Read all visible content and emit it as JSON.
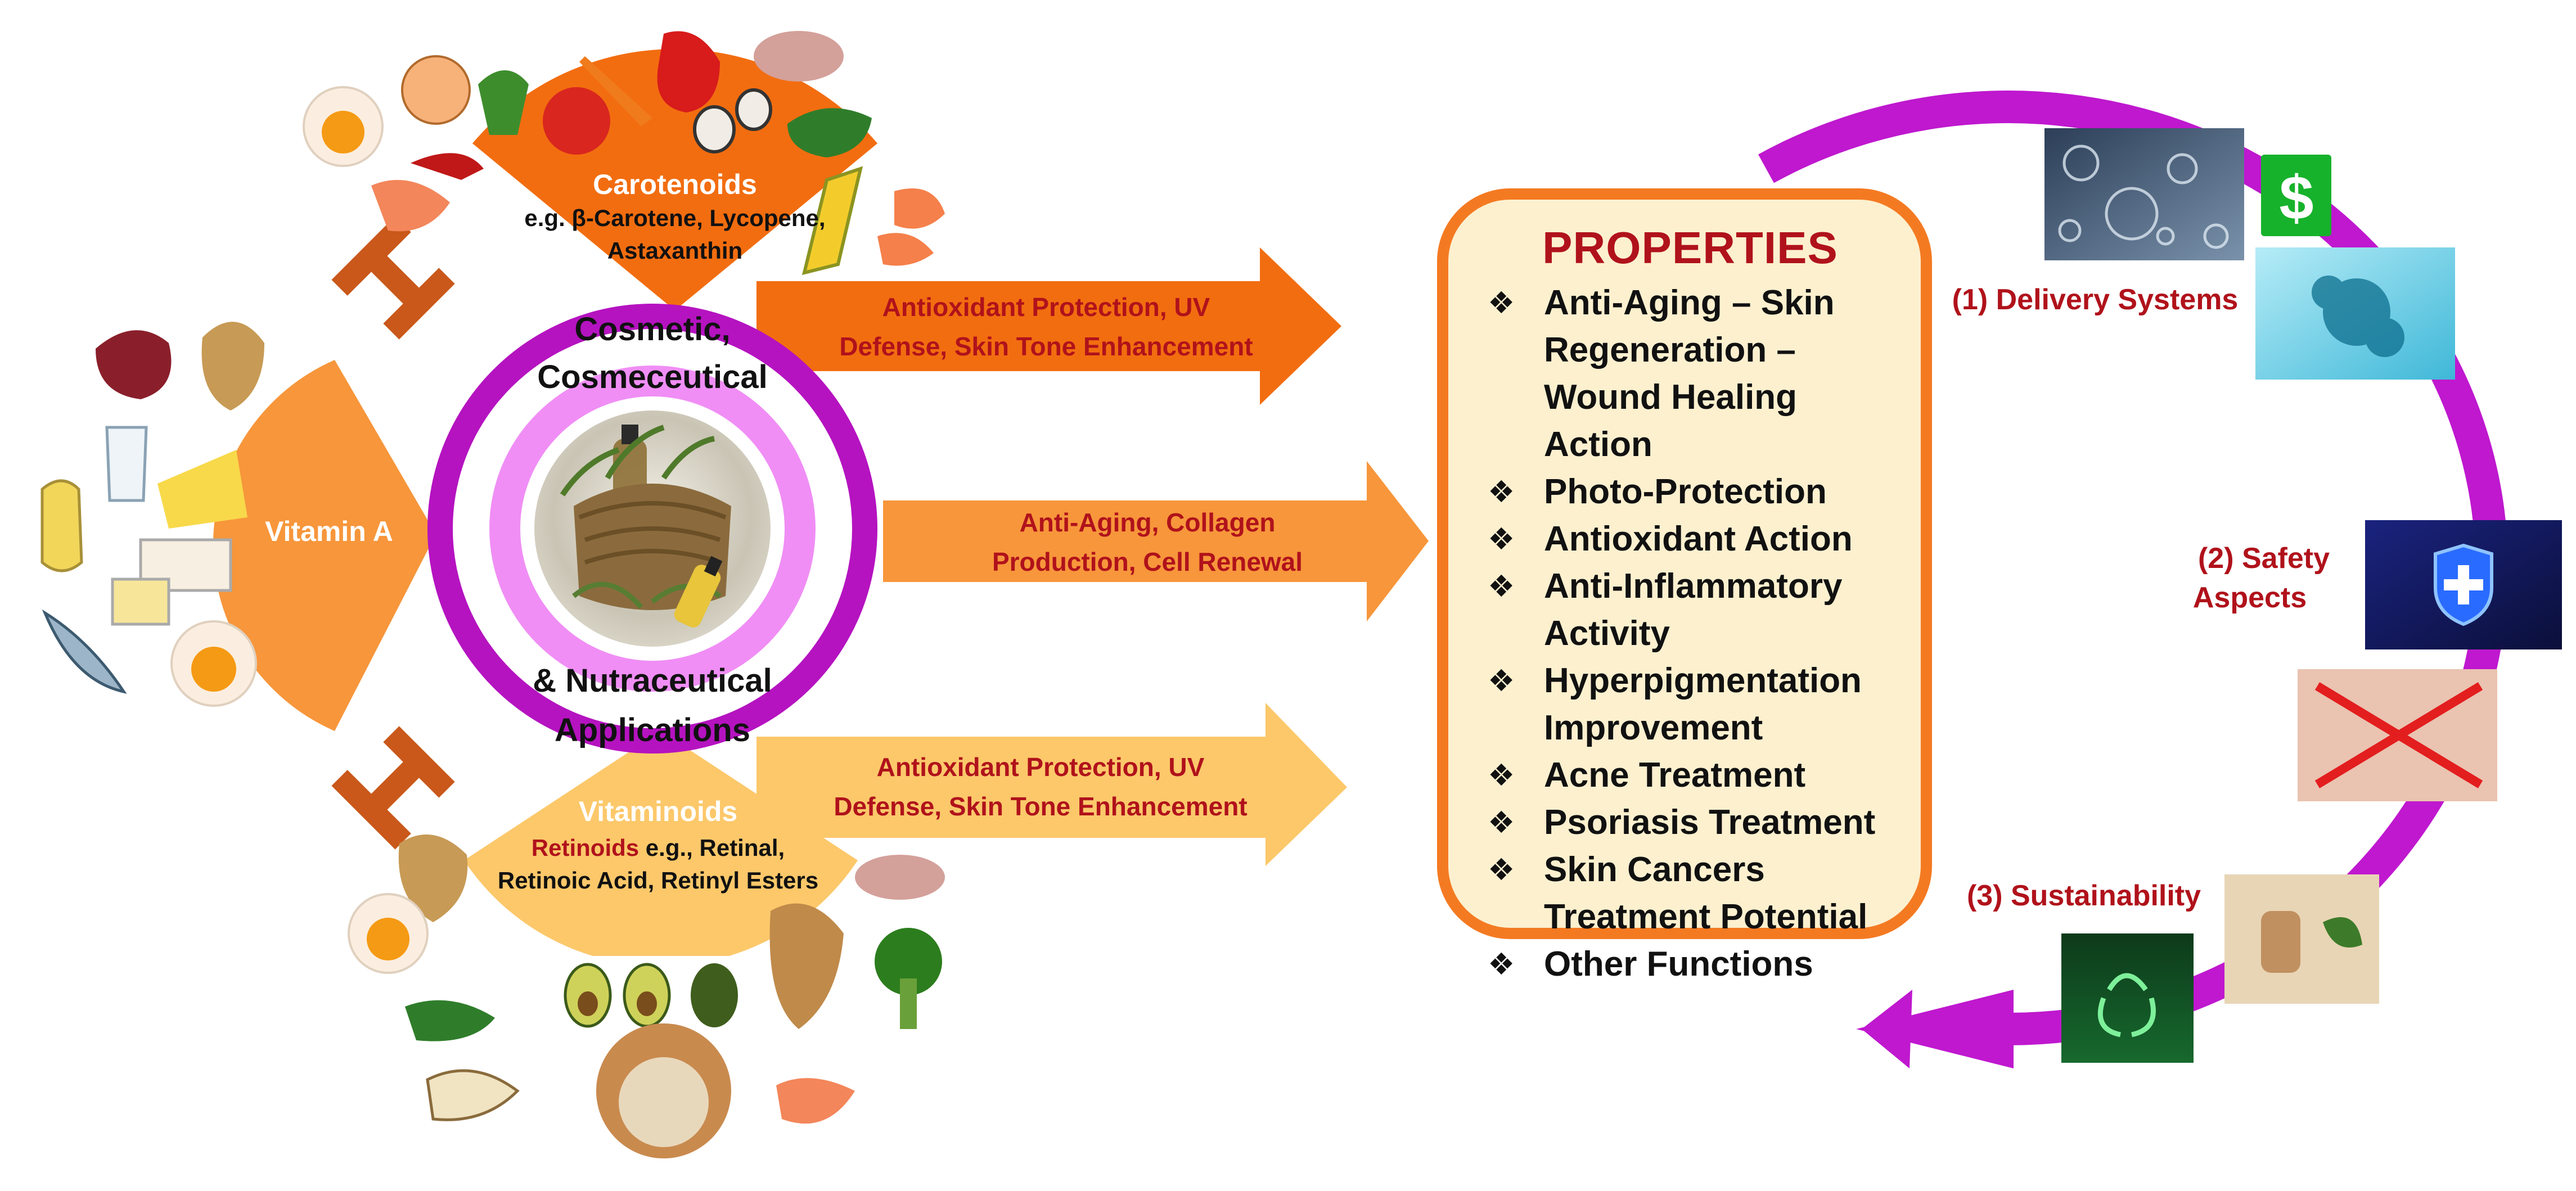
{
  "center": {
    "top_lines": [
      "Cosmetic,",
      "Cosmeceutical"
    ],
    "bottom_lines": [
      "& Nutraceutical",
      "Applications"
    ]
  },
  "sources": {
    "carotenoids": {
      "title": "Carotenoids",
      "lines": [
        "e.g. β-Carotene, Lycopene,",
        "Astaxanthin"
      ]
    },
    "vitamin_a": {
      "title": "Vitamin A"
    },
    "vitaminoids": {
      "title": "Vitaminoids",
      "retinoids_word": "Retinoids",
      "line1_rest": " e.g., Retinal,",
      "line2": "Retinoic Acid, Retinyl Esters"
    }
  },
  "arrows": [
    {
      "lines": [
        "Antioxidant Protection, UV",
        "Defense, Skin Tone Enhancement"
      ]
    },
    {
      "lines": [
        "Anti-Aging, Collagen",
        "Production, Cell Renewal"
      ]
    },
    {
      "lines": [
        "Antioxidant Protection, UV",
        "Defense, Skin Tone Enhancement"
      ]
    }
  ],
  "properties": {
    "title": "PROPERTIES",
    "bullet": "❖",
    "items": [
      "Anti-Aging – Skin Regeneration – Wound Healing Action",
      "Photo-Protection",
      "Antioxidant Action",
      "Anti-Inflammatory Activity",
      "Hyperpigmentation Improvement",
      "Acne Treatment",
      "Psoriasis Treatment",
      "Skin Cancers Treatment Potential",
      "Other Functions"
    ]
  },
  "challenges": {
    "delivery": "(1) Delivery Systems",
    "safety": [
      "(2) Safety",
      "Aspects"
    ],
    "sustainability": "(3) Sustainability",
    "dollar_symbol": "$"
  },
  "colors": {
    "carotenoid_orange": "#f26d10",
    "vitamin_a_orange": "#f7963b",
    "vitaminoid_yellow": "#fcc86a",
    "ring_magenta": "#b513c0",
    "ring_pink": "#f08ef5",
    "label_red": "#b0121b",
    "properties_border": "#f47a22",
    "properties_fill": "#fdf0cf",
    "cycle_magenta": "#bf18cf",
    "tee_brown": "#c9581a"
  }
}
